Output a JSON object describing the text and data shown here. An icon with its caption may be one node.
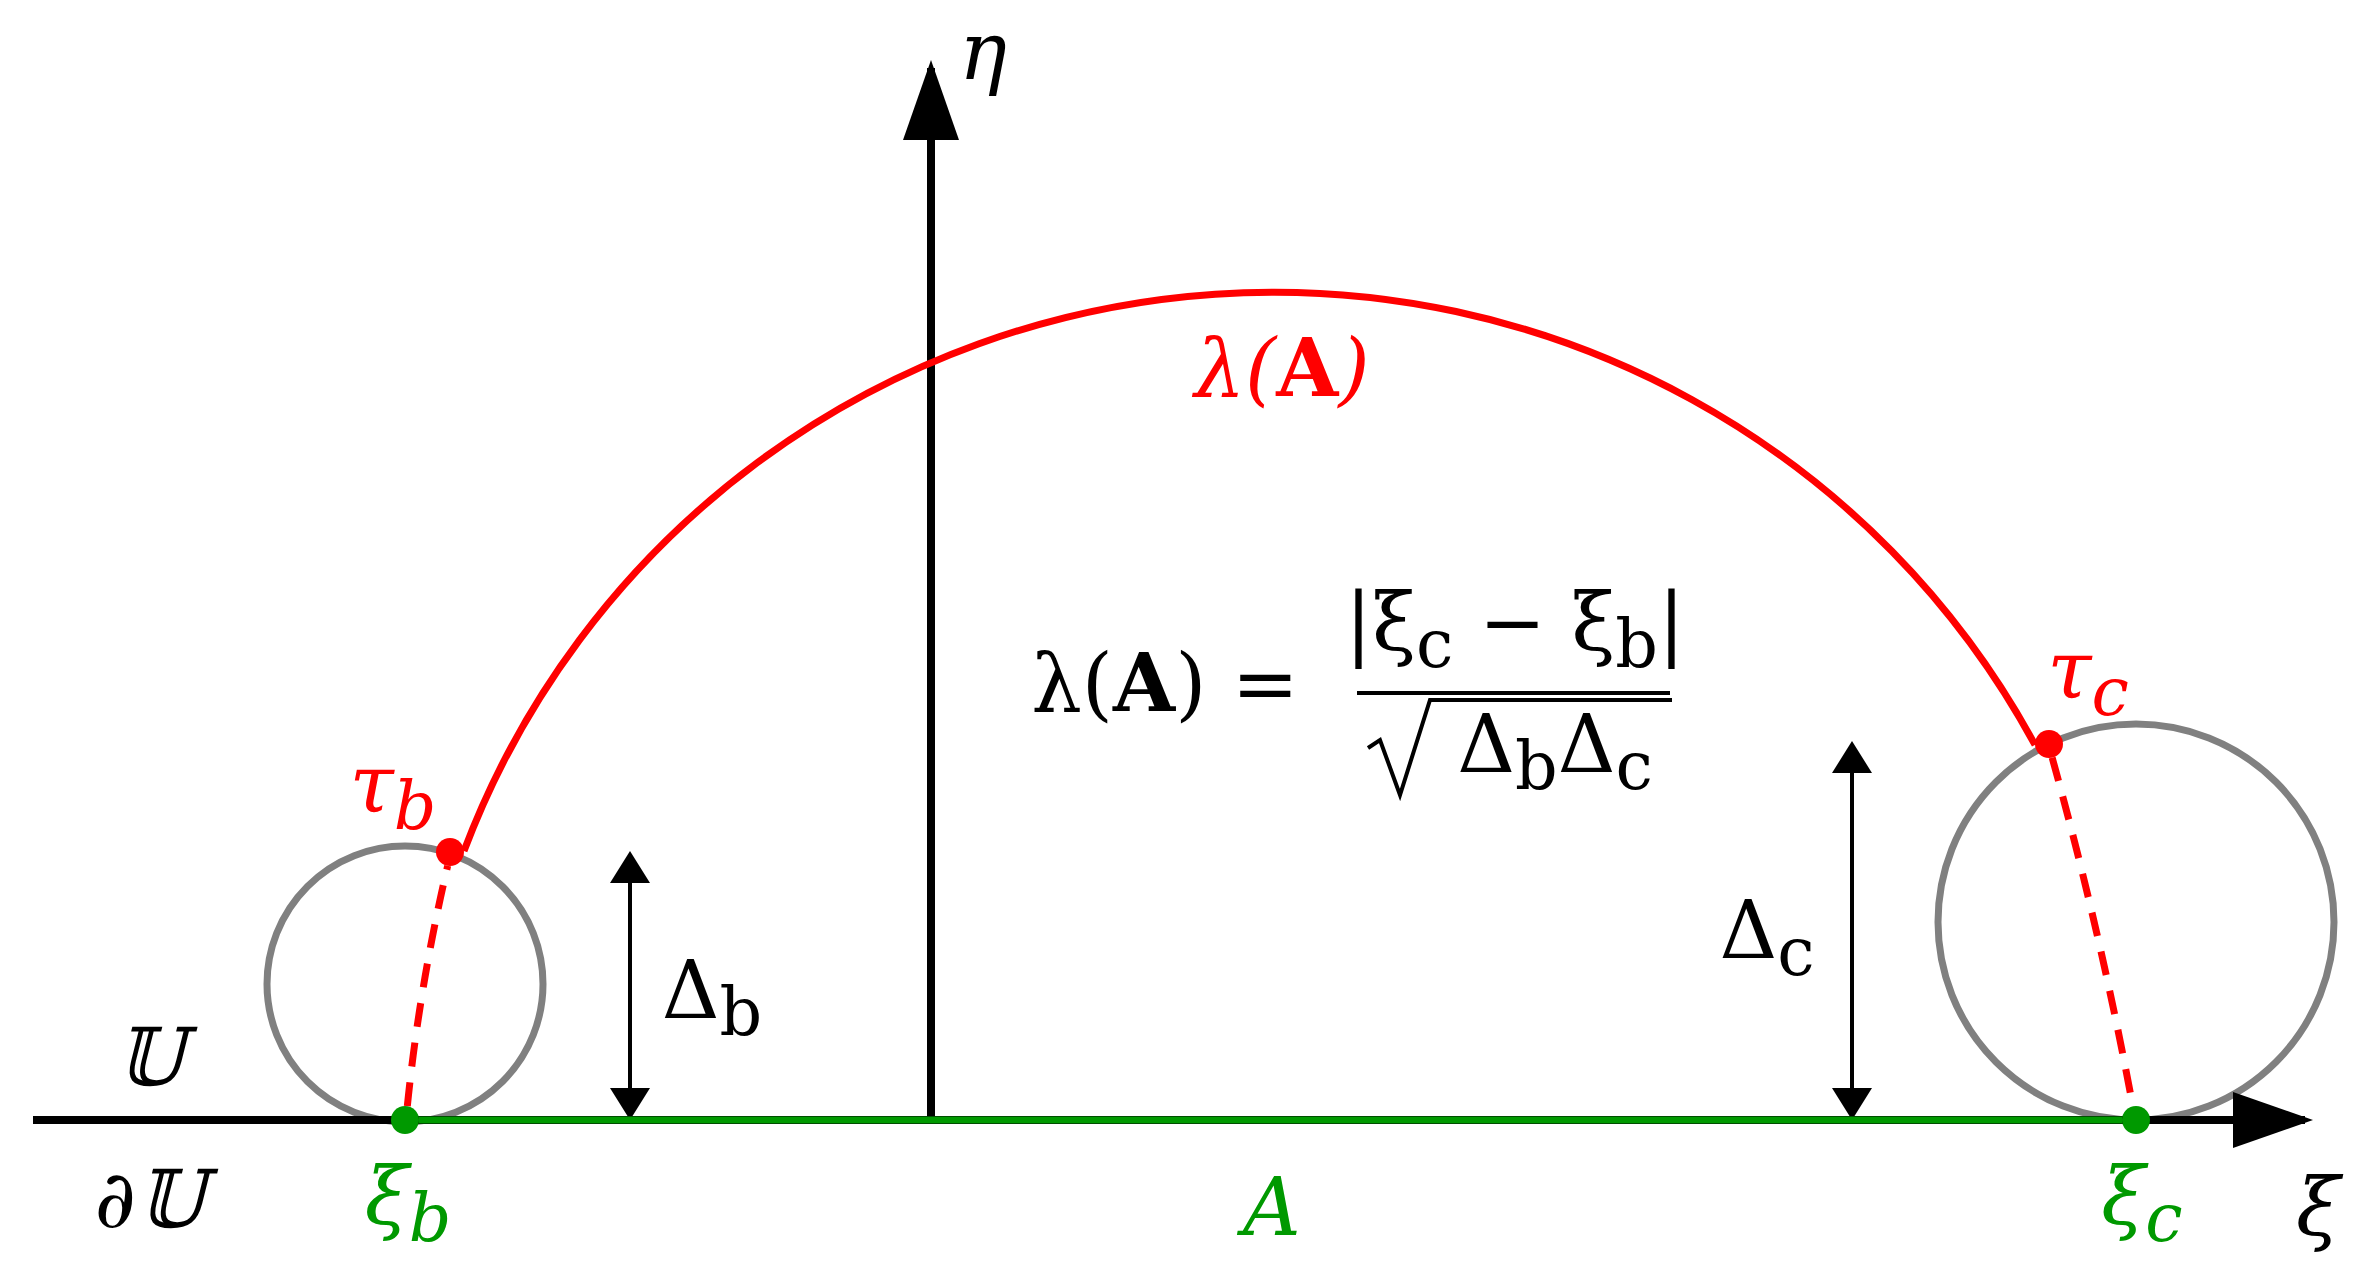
{
  "diagram": {
    "nodes": [
      {
        "text": [
          "ξ$_{b}$"
        ]
      },
      {
        "text": [
          "ξ$_{c}$"
        ]
      },
      {
        "text": [
          "τ$_{b}$"
        ]
      },
      {
        "text": [
          "τ$_{c}$"
        ]
      }
    ],
    "edges": [
      {
        "from": 0,
        "to": 1,
        "arrow": "none",
        "label": "A",
        "color": "#009900"
      },
      {
        "from": 0,
        "to": 2,
        "arrow": "none",
        "style": "dashed",
        "color": "#ff0000"
      },
      {
        "from": 2,
        "to": 3,
        "arrow": "none",
        "label": "λ(**A**)",
        "color": "#ff0000"
      },
      {
        "from": 3,
        "to": 1,
        "arrow": "none",
        "style": "dashed",
        "color": "#ff0000"
      }
    ],
    "labels": [
      "η",
      "𝕌",
      "∂𝕌",
      "λ(**A**) =",
      "|ξ$_{c}$ − ξ$_{b}$|",
      "Δ$_{b}$Δ$_{c}$",
      "Δ$_{b}$",
      "Δ$_{c}$",
      "ξ"
    ]
  }
}
